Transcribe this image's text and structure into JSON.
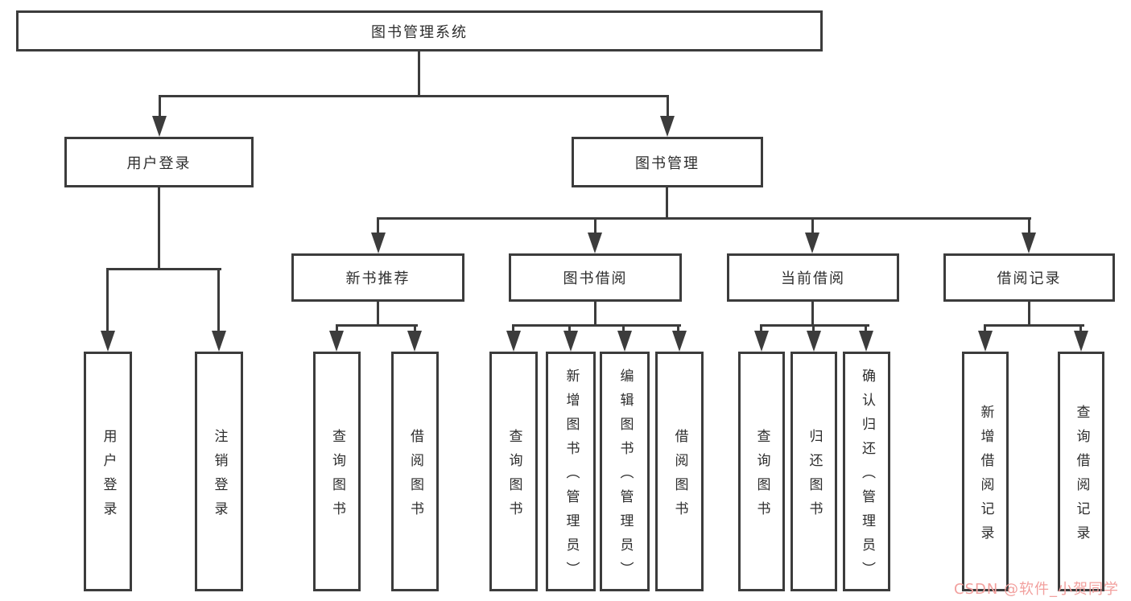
{
  "colors": {
    "line": "#3c3c3c",
    "text": "#2d2d2d",
    "background": "#ffffff",
    "watermark": "#f2a09e"
  },
  "watermark": {
    "text": "CSDN @软件_小贺同学"
  },
  "tree": {
    "label": "图书管理系统",
    "children": [
      {
        "label": "用户登录",
        "children": [
          {
            "label": "用户登录"
          },
          {
            "label": "注销登录"
          }
        ]
      },
      {
        "label": "图书管理",
        "children": [
          {
            "label": "新书推荐",
            "children": [
              {
                "label": "查询图书"
              },
              {
                "label": "借阅图书"
              }
            ]
          },
          {
            "label": "图书借阅",
            "children": [
              {
                "label": "查询图书"
              },
              {
                "label": "新增图书（管理员）"
              },
              {
                "label": "编辑图书（管理员）"
              },
              {
                "label": "借阅图书"
              }
            ]
          },
          {
            "label": "当前借阅",
            "children": [
              {
                "label": "查询图书"
              },
              {
                "label": "归还图书"
              },
              {
                "label": "确认归还（管理员）"
              }
            ]
          },
          {
            "label": "借阅记录",
            "children": [
              {
                "label": "新增借阅记录"
              },
              {
                "label": "查询借阅记录"
              }
            ]
          }
        ]
      }
    ]
  }
}
